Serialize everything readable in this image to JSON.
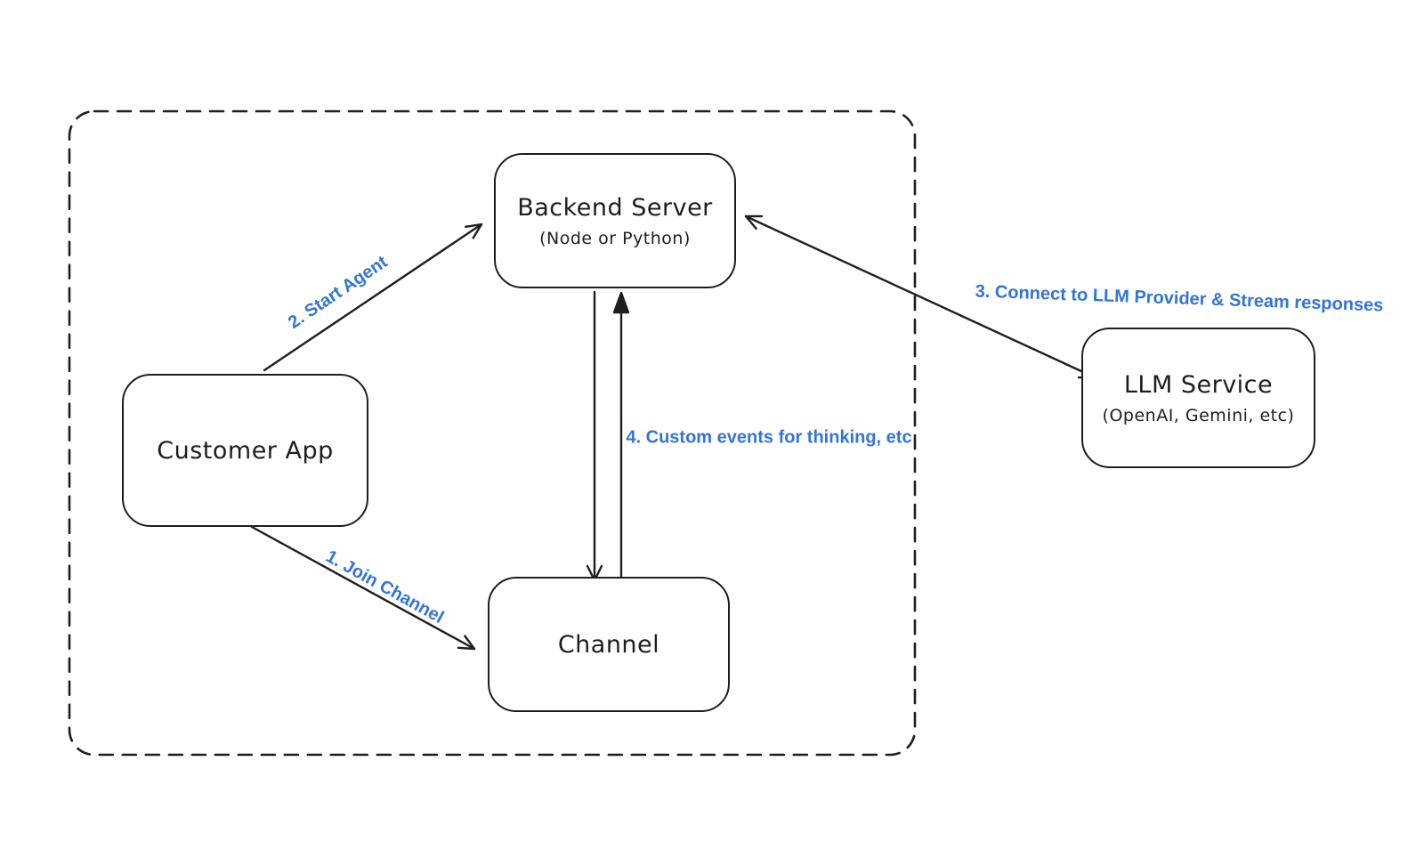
{
  "diagram": {
    "background": "#ffffff",
    "stroke_color": "#1e1e1e",
    "edge_label_color": "#3375d3",
    "boundary_style": "dashed-rounded-rectangle"
  },
  "nodes": [
    {
      "id": "customer-app",
      "title": "Customer App",
      "subtitle": ""
    },
    {
      "id": "backend-server",
      "title": "Backend Server",
      "subtitle": "(Node or Python)"
    },
    {
      "id": "channel",
      "title": "Channel",
      "subtitle": ""
    },
    {
      "id": "llm-service",
      "title": "LLM Service",
      "subtitle": "(OpenAI, Gemini, etc)"
    }
  ],
  "edges": [
    {
      "id": "join-channel",
      "from": "customer-app",
      "to": "channel",
      "label": "1. Join Channel",
      "bidirectional": false
    },
    {
      "id": "start-agent",
      "from": "customer-app",
      "to": "backend-server",
      "label": "2. Start Agent",
      "bidirectional": false
    },
    {
      "id": "llm-connect",
      "from": "backend-server",
      "to": "llm-service",
      "label": "3. Connect to LLM Provider & Stream responses",
      "bidirectional": true
    },
    {
      "id": "custom-events",
      "from": "backend-server",
      "to": "channel",
      "label": "4. Custom events for thinking, etc",
      "bidirectional": true
    }
  ]
}
